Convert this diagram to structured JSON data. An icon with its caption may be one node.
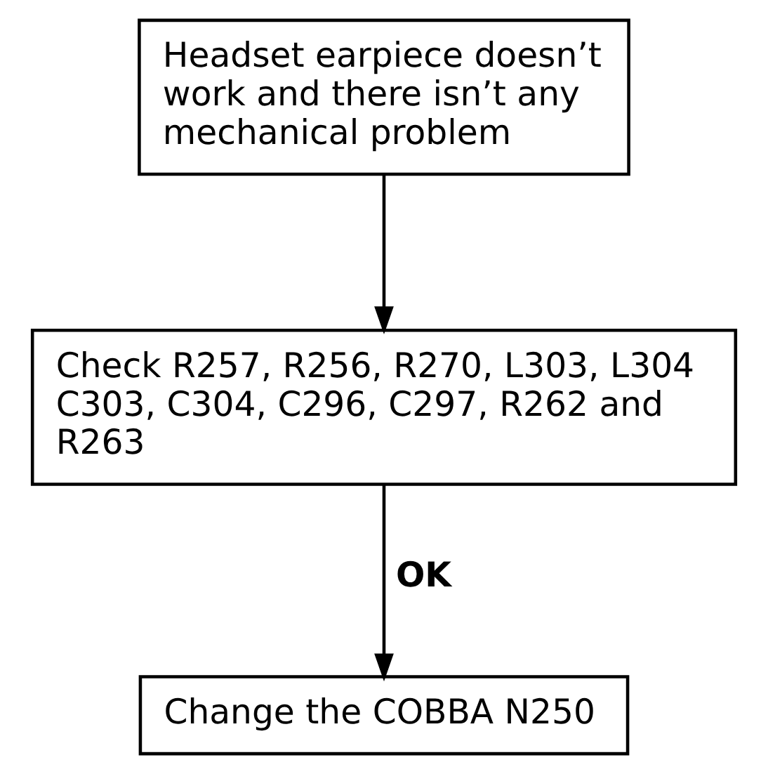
{
  "diagram": {
    "nodes": [
      {
        "text": [
          "Headset earpiece doesn’t work and there isn’t any mechanical problem"
        ]
      },
      {
        "text": [
          "Check R257, R256, R270, L303, L304 C303, C304, C296, C297, R262 and R263"
        ]
      },
      {
        "text": [
          "Change the COBBA N250"
        ]
      }
    ],
    "edges": [
      {
        "from": 0,
        "to": 1,
        "arrow": "to"
      },
      {
        "from": 1,
        "to": 2,
        "arrow": "to",
        "label": "OK"
      }
    ]
  }
}
